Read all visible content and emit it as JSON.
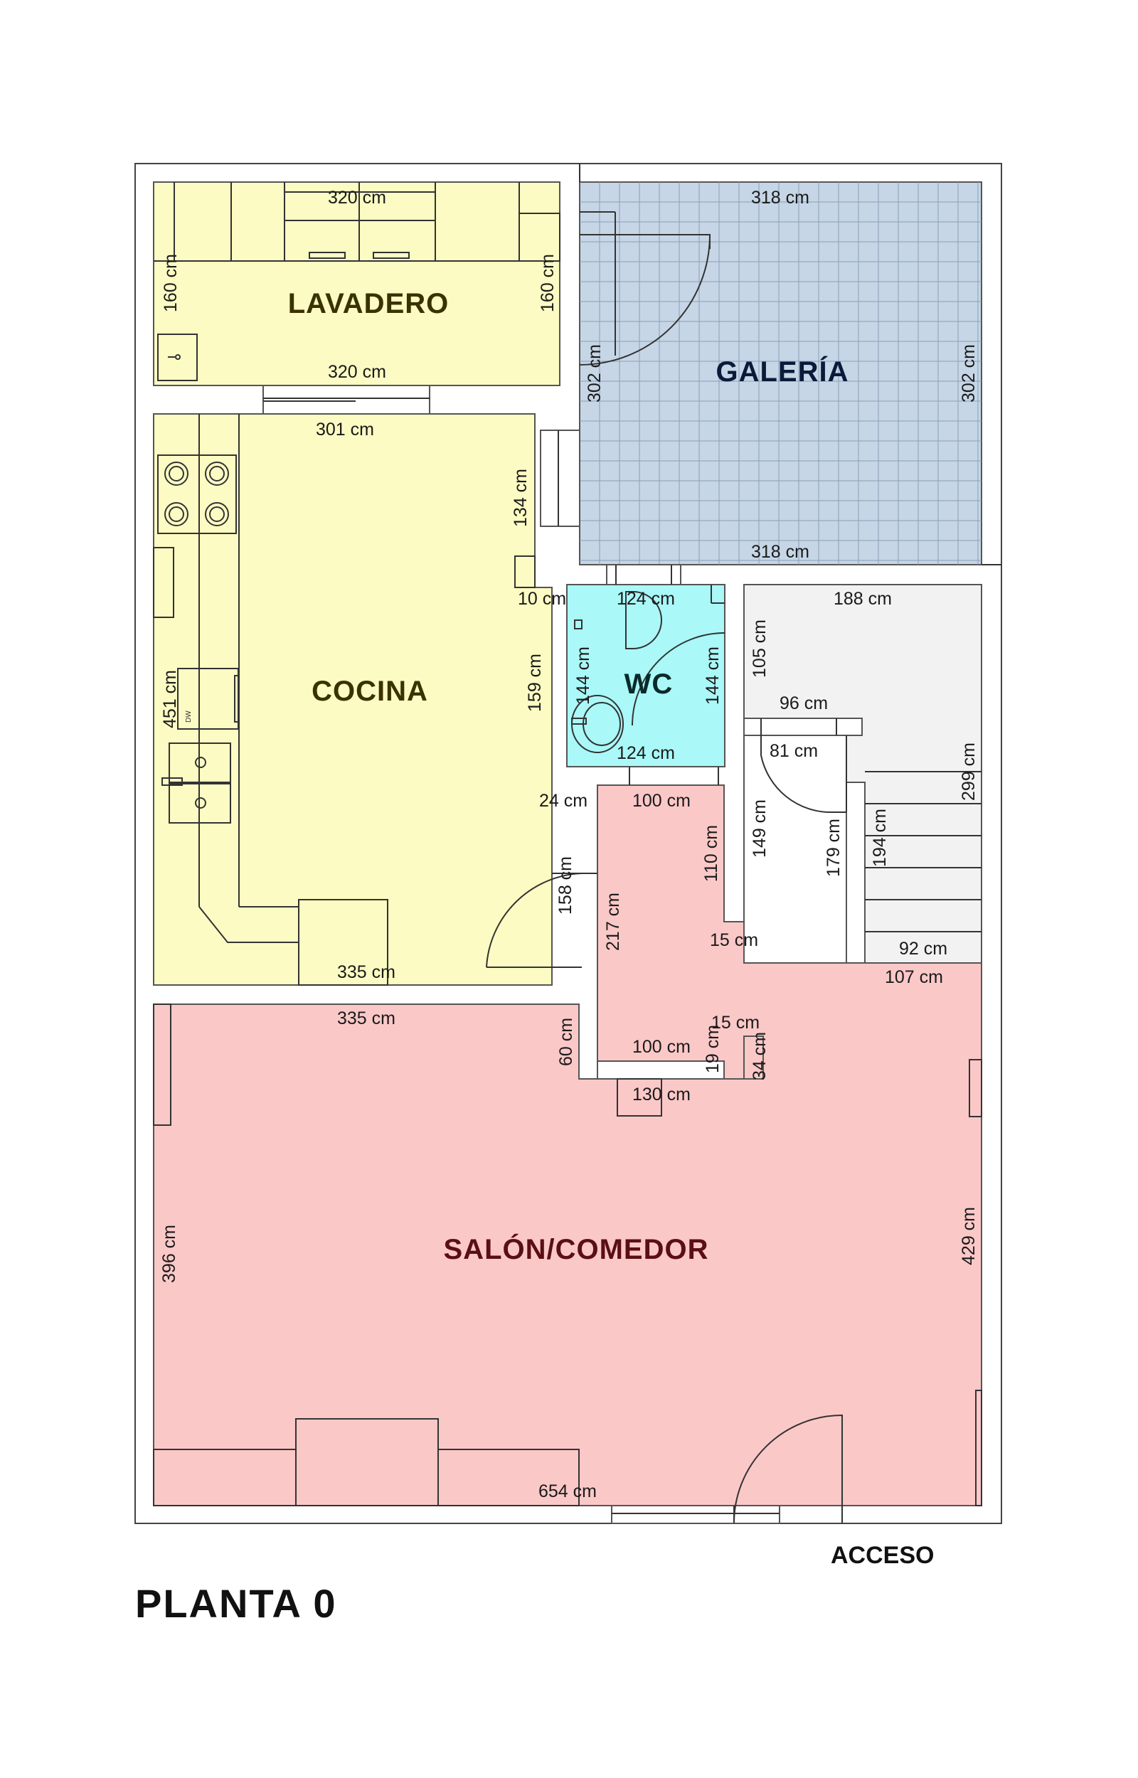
{
  "plan_title": "PLANTA 0",
  "access_label": "ACCESO",
  "colors": {
    "lavadero": "#fbfbc3",
    "cocina": "#fbfbc3",
    "galeria": "#c6d6e6",
    "wc": "#aaf8f8",
    "salon": "#fbc8c8",
    "stairs": "#f2f2f2",
    "galeria_text": "#0a1a3a",
    "yellow_text": "#3a3200",
    "wc_text": "#0a2a2a",
    "salon_text": "#5a0f14"
  },
  "rooms": {
    "lavadero": "LAVADERO",
    "galeria": "GALERÍA",
    "cocina": "COCINA",
    "wc": "WC",
    "salon": "SALÓN/COMEDOR"
  },
  "dims": {
    "lav_top": "320 cm",
    "lav_bottom": "320 cm",
    "lav_left": "160 cm",
    "lav_right": "160 cm",
    "gal_top": "318 cm",
    "gal_bottom": "318 cm",
    "gal_left": "302 cm",
    "gal_right": "302 cm",
    "coc_top": "301 cm",
    "coc_134": "134 cm",
    "coc_10": "10 cm",
    "coc_451": "451 cm",
    "coc_159": "159 cm",
    "coc_24": "24 cm",
    "coc_158": "158 cm",
    "coc_bottom": "335 cm",
    "wc_top": "124 cm",
    "wc_bottom": "124 cm",
    "wc_left": "144 cm",
    "wc_right": "144 cm",
    "st_188": "188 cm",
    "st_105": "105 cm",
    "st_96": "96 cm",
    "st_81": "81 cm",
    "st_299": "299 cm",
    "st_149": "149 cm",
    "st_179": "179 cm",
    "st_194": "194 cm",
    "st_92": "92 cm",
    "st_107": "107 cm",
    "h_100a": "100 cm",
    "h_110": "110 cm",
    "h_217": "217 cm",
    "h_15a": "15 cm",
    "h_15b": "15 cm",
    "h_100b": "100 cm",
    "h_19": "19 cm",
    "h_34": "34 cm",
    "h_60": "60 cm",
    "h_130": "130 cm",
    "sal_top": "335 cm",
    "sal_left": "396 cm",
    "sal_right": "429 cm",
    "sal_bottom": "654 cm"
  }
}
